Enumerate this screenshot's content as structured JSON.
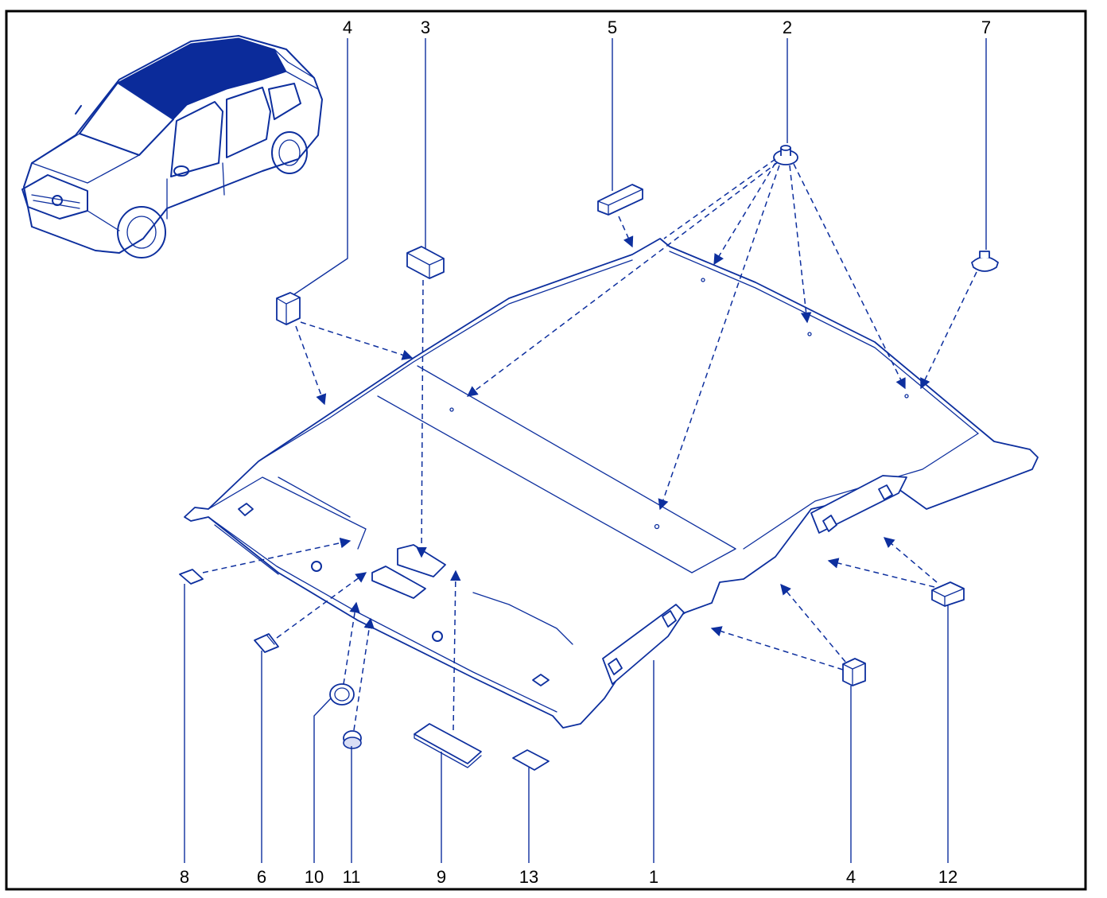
{
  "callouts": {
    "top": {
      "c4": "4",
      "c3": "3",
      "c5": "5",
      "c2": "2",
      "c7": "7"
    },
    "bottom": {
      "c8": "8",
      "c6": "6",
      "c10": "10",
      "c11": "11",
      "c9": "9",
      "c13": "13",
      "c1": "1",
      "c4b": "4",
      "c12": "12"
    }
  },
  "colors": {
    "line": "#0d2f9e",
    "frame": "#000000",
    "background": "#ffffff"
  }
}
